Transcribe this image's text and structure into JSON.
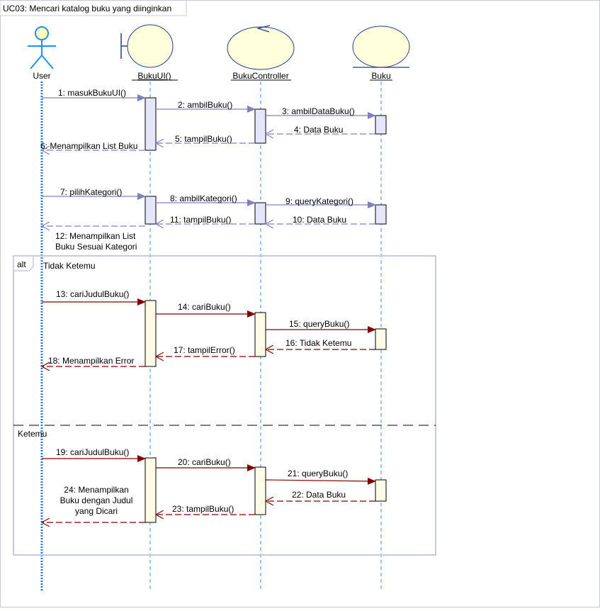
{
  "title": "UC03: Mencari katalog buku yang diinginkan",
  "lifelines": [
    {
      "id": "user",
      "name": "User",
      "kind": "actor"
    },
    {
      "id": "ui",
      "name": "BukuUI()",
      "kind": "boundary"
    },
    {
      "id": "ctrl",
      "name": "BukuController",
      "kind": "control"
    },
    {
      "id": "ent",
      "name": "Buku",
      "kind": "entity"
    }
  ],
  "messages": [
    {
      "label": "1: masukBukuUI()",
      "from": "user",
      "to": "ui",
      "kind": "call",
      "tone": "blue"
    },
    {
      "label": "2: ambilBuku()",
      "from": "ui",
      "to": "ctrl",
      "kind": "call",
      "tone": "blue"
    },
    {
      "label": "3: ambilDataBuku()",
      "from": "ctrl",
      "to": "ent",
      "kind": "call",
      "tone": "blue"
    },
    {
      "label": "4: Data Buku",
      "from": "ent",
      "to": "ctrl",
      "kind": "return",
      "tone": "blue"
    },
    {
      "label": "5: tampilBuku()",
      "from": "ctrl",
      "to": "ui",
      "kind": "return",
      "tone": "blue"
    },
    {
      "label": "6: Menampilkan List Buku",
      "from": "ui",
      "to": "user",
      "kind": "return",
      "tone": "blue"
    },
    {
      "label": "7: pilihKategori()",
      "from": "user",
      "to": "ui",
      "kind": "call",
      "tone": "blue"
    },
    {
      "label": "8: ambilKategori()",
      "from": "ui",
      "to": "ctrl",
      "kind": "call",
      "tone": "blue"
    },
    {
      "label": "9: queryKategori()",
      "from": "ctrl",
      "to": "ent",
      "kind": "call",
      "tone": "blue"
    },
    {
      "label": "10: Data Buku",
      "from": "ent",
      "to": "ctrl",
      "kind": "return",
      "tone": "blue"
    },
    {
      "label": "11: tampilBuku()",
      "from": "ctrl",
      "to": "ui",
      "kind": "return",
      "tone": "blue"
    },
    {
      "label": "12: Menampilkan List\nBuku Sesuai Kategori",
      "from": "ui",
      "to": "user",
      "kind": "return",
      "tone": "blue"
    },
    {
      "label": "13: cariJudulBuku()",
      "from": "user",
      "to": "ui",
      "kind": "call",
      "tone": "red"
    },
    {
      "label": "14: cariBuku()",
      "from": "ui",
      "to": "ctrl",
      "kind": "call",
      "tone": "red"
    },
    {
      "label": "15: queryBuku()",
      "from": "ctrl",
      "to": "ent",
      "kind": "call",
      "tone": "red"
    },
    {
      "label": "16: Tidak Ketemu",
      "from": "ent",
      "to": "ctrl",
      "kind": "return",
      "tone": "red"
    },
    {
      "label": "17: tampilError()",
      "from": "ctrl",
      "to": "ui",
      "kind": "return",
      "tone": "red"
    },
    {
      "label": "18: Menampilkan Error",
      "from": "ui",
      "to": "user",
      "kind": "return",
      "tone": "red"
    },
    {
      "label": "19: cariJudulBuku()",
      "from": "user",
      "to": "ui",
      "kind": "call",
      "tone": "red"
    },
    {
      "label": "20: cariBuku()",
      "from": "ui",
      "to": "ctrl",
      "kind": "call",
      "tone": "red"
    },
    {
      "label": "21: queryBuku()",
      "from": "ctrl",
      "to": "ent",
      "kind": "call",
      "tone": "red"
    },
    {
      "label": "22: Data Buku",
      "from": "ent",
      "to": "ctrl",
      "kind": "return",
      "tone": "red"
    },
    {
      "label": "23: tampilBuku()",
      "from": "ctrl",
      "to": "ui",
      "kind": "return",
      "tone": "red"
    },
    {
      "label": "24: Menampilkan\nBuku dengan Judul\nyang Dicari",
      "from": "ui",
      "to": "user",
      "kind": "return",
      "tone": "red"
    }
  ],
  "fragment": {
    "operator": "alt",
    "guards": [
      "Tidak Ketemu",
      "Ketemu"
    ]
  },
  "colors": {
    "blue_line": "#8080c0",
    "red_line": "#800000",
    "actor": "#1e90ff",
    "actor_head": "#ffffc0",
    "object_fill": "#ffffdc",
    "object_stroke": "#1f3f8f",
    "activation_blue": "#e6e6fa",
    "activation_yellow": "#fffbe6",
    "fragment_border": "#c8c8e0",
    "lifeline": "#3a8fe0"
  }
}
